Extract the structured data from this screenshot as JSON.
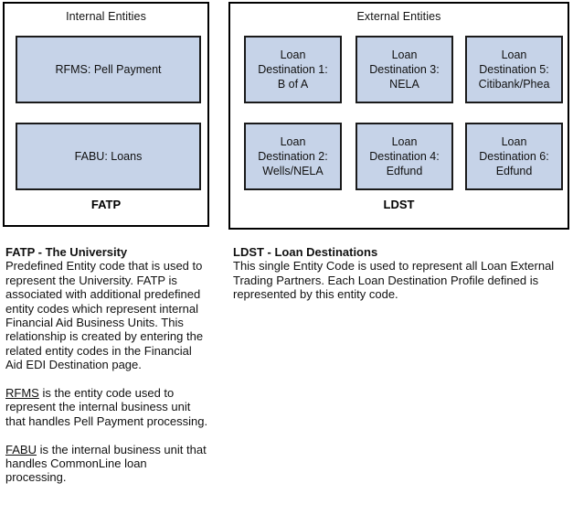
{
  "diagram": {
    "internal_panel": {
      "title": "Internal Entities",
      "footer_code": "FATP",
      "entities": [
        {
          "name": "RFMS: Pell Payment"
        },
        {
          "name": "FABU: Loans"
        }
      ]
    },
    "external_panel": {
      "title": "External Entities",
      "footer_code": "LDST",
      "entities": [
        {
          "name": "Loan\nDestination 1:\nB of A"
        },
        {
          "name": "Loan\nDestination 3:\nNELA"
        },
        {
          "name": "Loan\nDestination 5:\nCitibank/Phea"
        },
        {
          "name": "Loan\nDestination 2:\nWells/NELA"
        },
        {
          "name": "Loan\nDestination 4:\nEdfund"
        },
        {
          "name": "Loan\nDestination 6:\nEdfund"
        }
      ]
    }
  },
  "descriptions": {
    "fatp": {
      "heading": "FATP - The University",
      "paragraph_1": "Predefined Entity code that is used to represent the University. FATP is associated with additional predefined entity codes which represent internal Financial Aid Business Units. This relationship is created by entering the related entity codes in the Financial Aid EDI Destination page.",
      "paragraph_2_term": "RFMS",
      "paragraph_2_rest": " is the entity code used to represent the internal business unit that handles Pell Payment processing.",
      "paragraph_3_term": "FABU",
      "paragraph_3_rest": " is the internal business unit that handles CommonLine loan processing."
    },
    "ldst": {
      "heading": "LDST - Loan Destinations",
      "paragraph_1": "This single Entity Code is used to represent all Loan External Trading Partners. Each Loan Destination Profile defined is represented by this entity code."
    }
  },
  "colors": {
    "entity_box_fill": "#c6d3e8",
    "entity_box_border": "#1a1a1a",
    "panel_border": "#000000",
    "background": "#ffffff",
    "text": "#111111"
  }
}
